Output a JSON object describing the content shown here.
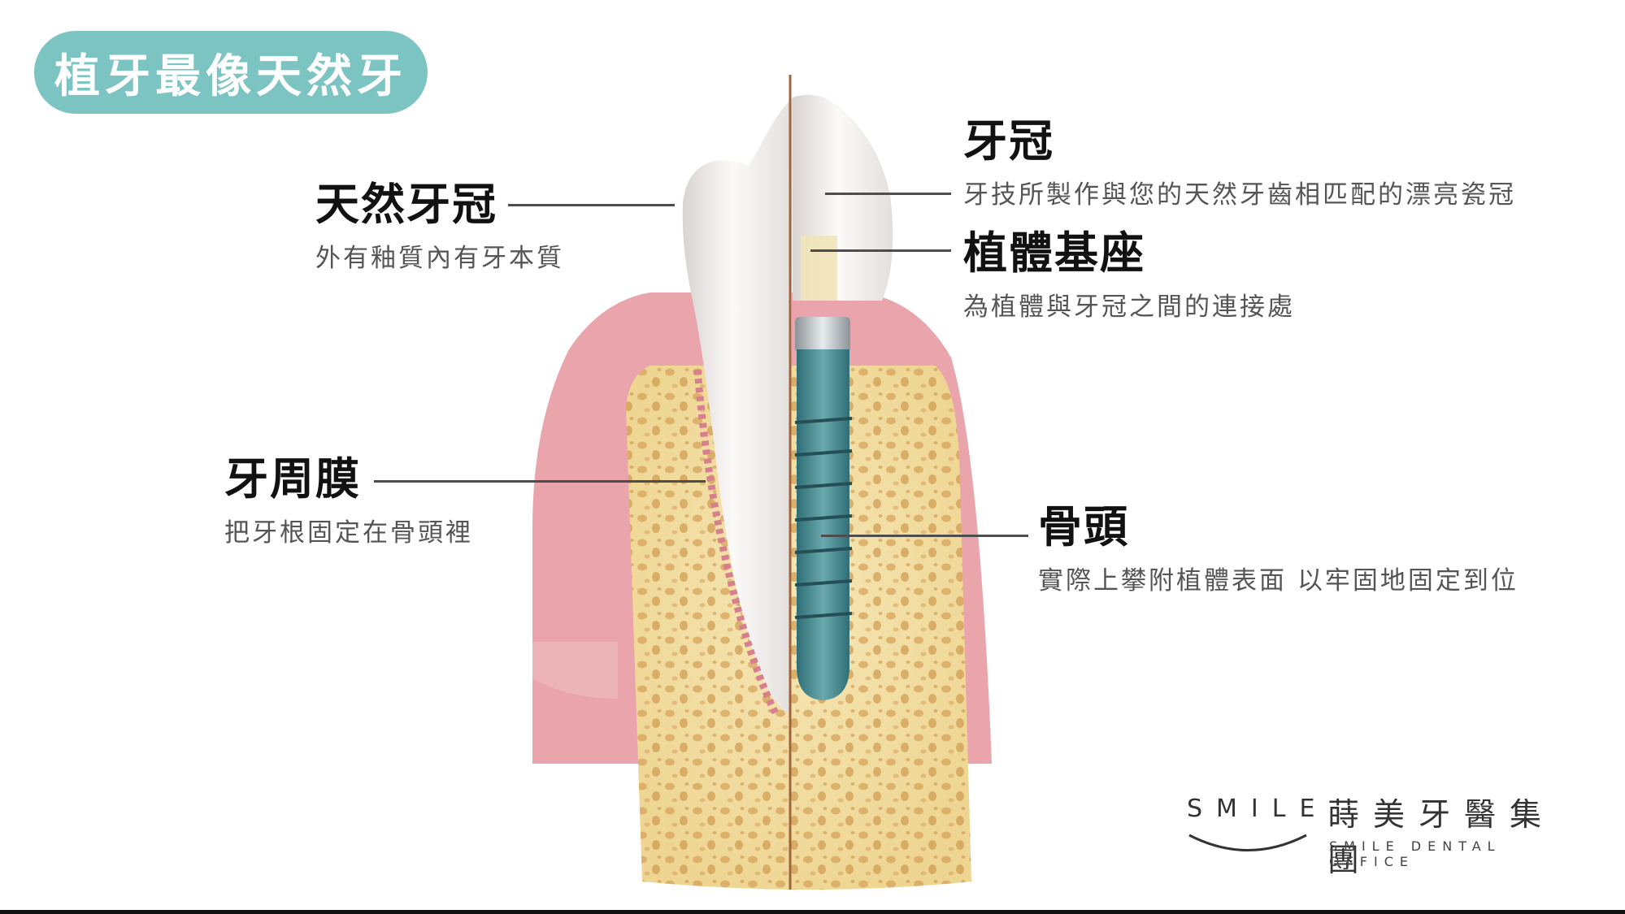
{
  "title": "植牙最像天然牙",
  "labels": {
    "natural_crown": {
      "head": "天然牙冠",
      "sub": "外有釉質內有牙本質"
    },
    "periodontal": {
      "head": "牙周膜",
      "sub": "把牙根固定在骨頭裡"
    },
    "crown": {
      "head": "牙冠",
      "sub": "牙技所製作與您的天然牙齒相匹配的漂亮瓷冠"
    },
    "abutment": {
      "head": "植體基座",
      "sub": "為植體與牙冠之間的連接處"
    },
    "bone": {
      "head": "骨頭",
      "sub": "實際上攀附植體表面 以牢固地固定到位"
    }
  },
  "logo": {
    "smile": "SMILE",
    "chinese": "蒔美牙醫集團",
    "english": "SMILE DENTAL OFFICE"
  },
  "colors": {
    "title_bg": "#7cc4c1",
    "gum": "#e9a5ab",
    "bone": "#f0dca0",
    "tooth": "#f4f1ef",
    "implant": "#4f8f95"
  }
}
